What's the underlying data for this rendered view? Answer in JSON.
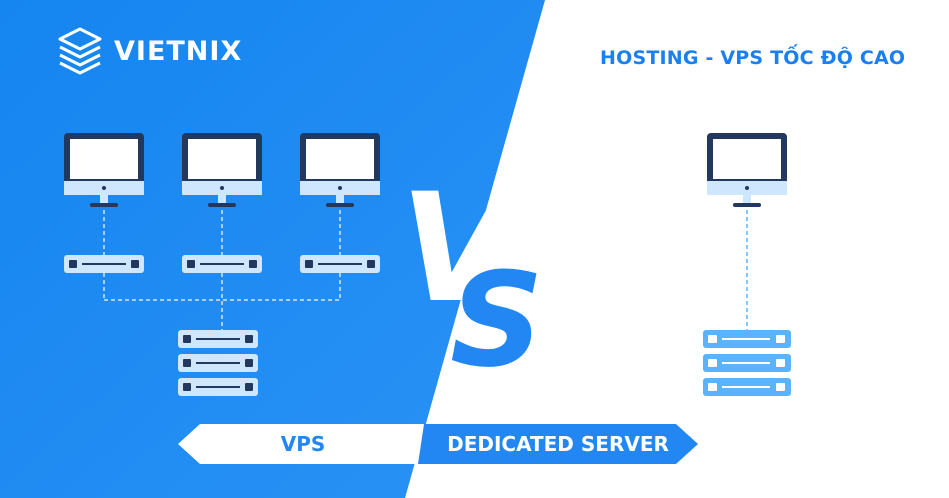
{
  "brand": {
    "name": "VIETNIX",
    "icon": "stacked-layers-logo-icon"
  },
  "tagline": "HOSTING - VPS TỐC ĐỘ CAO",
  "comparison": {
    "left_label": "VPS",
    "right_label": "DEDICATED SERVER",
    "divider_text": "VS"
  },
  "colors": {
    "primary_blue": "#1f86f2",
    "light_blue": "#cfe6ff",
    "monitor_dark": "#22385f",
    "white": "#ffffff"
  }
}
